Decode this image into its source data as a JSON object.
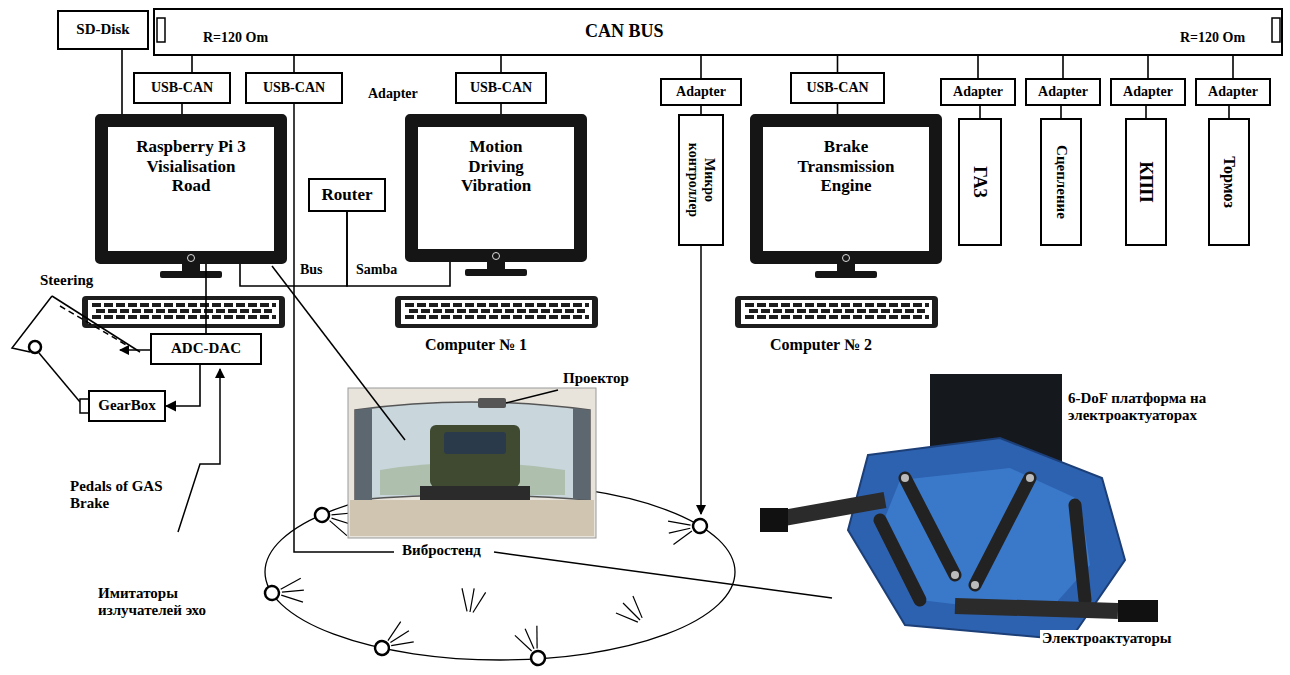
{
  "diagram": {
    "nodes": [
      {
        "text": [
          "SD-Disk"
        ]
      },
      {
        "text": [
          "CAN BUS"
        ]
      },
      {
        "text": [
          "USB-CAN"
        ]
      },
      {
        "text": [
          "USB-CAN"
        ]
      },
      {
        "text": [
          "USB-CAN"
        ]
      },
      {
        "text": [
          "Adapter"
        ]
      },
      {
        "text": [
          "USB-CAN"
        ]
      },
      {
        "text": [
          "Adapter"
        ]
      },
      {
        "text": [
          "Adapter"
        ]
      },
      {
        "text": [
          "Adapter"
        ]
      },
      {
        "text": [
          "Adapter"
        ]
      },
      {
        "text": [
          "Raspberry Pi 3 Visialisation Road"
        ]
      },
      {
        "text": [
          "Router"
        ]
      },
      {
        "text": [
          "Motion Driving Vibration"
        ]
      },
      {
        "text": [
          "Микро контроллер"
        ]
      },
      {
        "text": [
          "Brake Transmission Engine"
        ]
      },
      {
        "text": [
          "ГАЗ"
        ]
      },
      {
        "text": [
          "Сцепление"
        ]
      },
      {
        "text": [
          "КПП"
        ]
      },
      {
        "text": [
          "Тормоз"
        ]
      },
      {
        "text": [
          "ADC-DAC"
        ]
      },
      {
        "text": [
          "GearBox"
        ]
      }
    ],
    "edges": [
      {
        "from": 0,
        "to": 11,
        "arrow": "none"
      },
      {
        "from": 1,
        "to": 2,
        "arrow": "none"
      },
      {
        "from": 1,
        "to": 3,
        "arrow": "none"
      },
      {
        "from": 1,
        "to": 4,
        "arrow": "none"
      },
      {
        "from": 1,
        "to": 5,
        "arrow": "none"
      },
      {
        "from": 1,
        "to": 6,
        "arrow": "none"
      },
      {
        "from": 1,
        "to": 7,
        "arrow": "none"
      },
      {
        "from": 1,
        "to": 8,
        "arrow": "none"
      },
      {
        "from": 1,
        "to": 9,
        "arrow": "none"
      },
      {
        "from": 1,
        "to": 10,
        "arrow": "none"
      },
      {
        "from": 2,
        "to": 11,
        "arrow": "none"
      },
      {
        "from": 4,
        "to": 13,
        "arrow": "none"
      },
      {
        "from": 5,
        "to": 14,
        "arrow": "none"
      },
      {
        "from": 6,
        "to": 15,
        "arrow": "none"
      },
      {
        "from": 7,
        "to": 16,
        "arrow": "none"
      },
      {
        "from": 8,
        "to": 17,
        "arrow": "none"
      },
      {
        "from": 9,
        "to": 18,
        "arrow": "none"
      },
      {
        "from": 10,
        "to": 19,
        "arrow": "none"
      },
      {
        "from": 12,
        "to": 11,
        "arrow": "none"
      },
      {
        "from": 12,
        "to": 13,
        "arrow": "none"
      },
      {
        "from": 11,
        "to": 20,
        "arrow": "none"
      },
      {
        "from": 20,
        "to": 21,
        "arrow": "to"
      }
    ],
    "labels": [
      "R=120 Om",
      "R=120 Om",
      "Adapter",
      "Bus",
      "Samba",
      "Computer № 1",
      "Computer № 2",
      "Проектор",
      "Steering",
      "Pedals of GAS Brake",
      "Вибростенд",
      "Имитаторы излучателей эхо",
      "6-DoF платформа на электроактуаторах",
      "Электроактуаторы"
    ]
  }
}
